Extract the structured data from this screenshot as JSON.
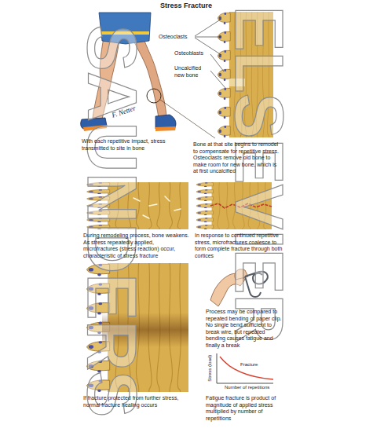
{
  "diagram": {
    "title": "Stress Fracture",
    "labels": [
      "Osteoclasts",
      "Osteoblasts",
      "Uncalcified new bone",
      "With each repetitive impact, stress transmitted to site in bone",
      "Bone at that site begins to remodel to compensate for repetitive stress. Osteoclasts remove old bone to make room for new bone, which is at first uncalcified",
      "During remodeling process, bone weakens. As stress repeatedly applied, microfractures (stress reaction) occur, characteristic of stress fracture",
      "In response to continued repetitive stress, microfractures coalesce to form complete fracture through both cortices",
      "Process may be compared to repeated bending of paper clip. No single bend sufficient to break wire, but repeated bending causes fatigue and finally a break",
      "If fracture protected from further stress, normal fracture healing occurs",
      "Stress (load)",
      "Fracture",
      "Number of repetitions",
      "Fatigue fracture is product of magnitude of applied stress multiplied by number of repetitions",
      "F. Netter",
      "SAUNDERS",
      "ELSEVIER"
    ]
  }
}
